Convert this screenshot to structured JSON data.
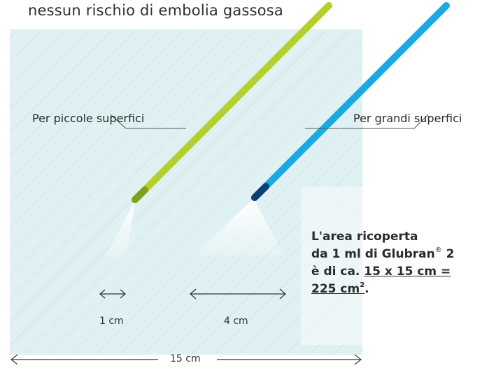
{
  "title": "nessun rischio di embolia gassosa",
  "labels": {
    "small": "Per piccole superfici",
    "large": "Per grandi superfici"
  },
  "measurements": {
    "small_width": "1 cm",
    "large_width": "4 cm",
    "total_width": "15 cm"
  },
  "info": {
    "line1": "L'area ricoperta",
    "line2_a": "da 1 ml di Glubran",
    "line2_reg": "®",
    "line2_b": " 2",
    "line3_a": "è di ca. ",
    "line3_b": "15 x 15 cm =",
    "line4_a": "225 cm",
    "line4_sup": "2",
    "line4_b": "."
  },
  "colors": {
    "area_fill": "#dff1f2",
    "hatch": "#c6dde0",
    "small_tip_body": "#b7cf2a",
    "small_tip_end": "#7fa01a",
    "large_tip_body": "#1ba9e4",
    "large_tip_end": "#0f3f78",
    "leader_line": "#555555"
  }
}
